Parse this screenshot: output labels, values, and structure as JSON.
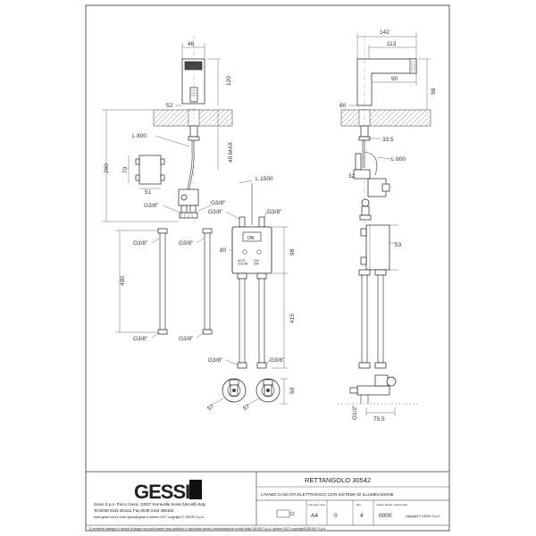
{
  "dimensions": {
    "spout_width": "46",
    "spout_height": "120",
    "base_diameter": "52",
    "flexible_length": "L 800",
    "max_thickness": "40 MAX",
    "total_height": "260",
    "box_height": "70",
    "box_width": "51",
    "conn_left_a": "G3/8\"",
    "conn_right_a": "G3/8\"",
    "cable_length": "L 1500",
    "ctrl_conn_left": "G3/8\"",
    "ctrl_conn_right": "G3/8\"",
    "ctrl_width": "80",
    "ctrl_height": "98",
    "hose_top_left": "G3/8\"",
    "hose_top_right": "G3/8\"",
    "hose_length": "400",
    "hose_bottom_left": "G3/8\"",
    "hose_bottom_right": "G3/8\"",
    "long_hose_length": "415",
    "valve_conn_left": "G3/8\"",
    "valve_conn_right": "G3/8\"",
    "valve_dia_left": "57",
    "valve_dia_right": "57",
    "valve_height": "60",
    "side_total": "142",
    "side_spout": "113",
    "side_inner": "90",
    "side_height": "98",
    "side_base": "60",
    "side_offset": "33.5",
    "side_flex": "L 800",
    "side_small": "32",
    "side_box": "53",
    "side_g12": "G1/2\"",
    "side_valve": "75.5"
  },
  "labels": {
    "control_led": "ON",
    "control_mode_left": "AUTO\nCOLOR",
    "control_mode_right": "ON/\nOFF"
  },
  "title_block": {
    "logo": "GESSI",
    "product": "RETTANGOLO  30542",
    "description": "LAVABO CASCATA ELETTRONICO CON SISTEMA DI ILLUMINAZIONE",
    "company_line1": "Gessi S.p.A. Parco Gessi, 13037 Serravalle Sesia (Vercelli) Italy",
    "company_line2": "Tel.0039 0163 454111  Fax.0039 0163 459150",
    "company_line3": "www.gessi.com  e-mail: gessi@gessi.it    ottobre 2017   copyright © GESSI S.p.A.",
    "format_label": "Formato / size",
    "format_value": "A4",
    "scale_value": "0",
    "rev_label": "Rev",
    "rev_value": "4",
    "code_label": "codice cliente / client code",
    "code_value": "0000",
    "copyright_right": "copyright © GESSI S.p.A.",
    "legal": "È presente disegno è tenuto di legge non può essere reso pubblico o riprodotto senza l'autorizzazione scritta della GESSI S.p.A.    ottobre 2017    copyright©GESSI S.p.A."
  }
}
